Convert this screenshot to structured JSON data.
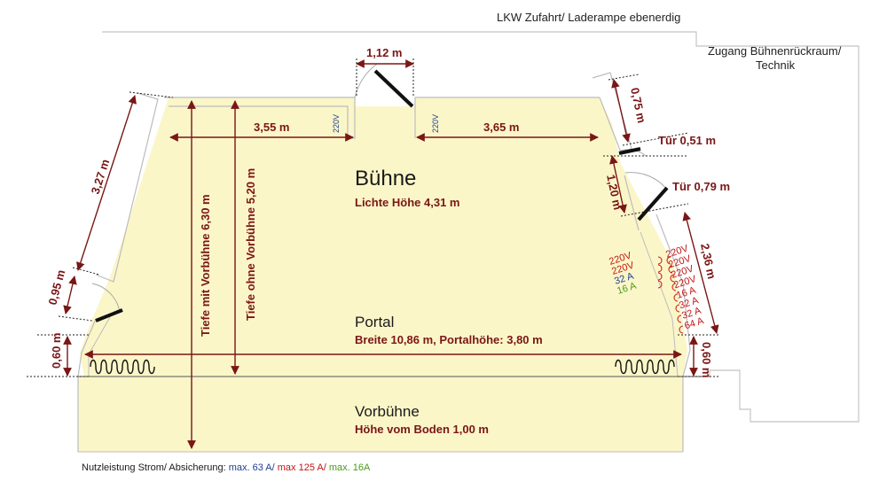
{
  "labels": {
    "truck_access": "LKW Zufahrt/ Laderampe ebenerdig",
    "rear_access_line1": "Zugang Bühnenrückraum/",
    "rear_access_line2": "Technik",
    "stage": "Bühne",
    "clear_height": "Lichte Höhe 4,31 m",
    "portal": "Portal",
    "portal_dims": "Breite 10,86 m, Portalhöhe: 3,80 m",
    "forestage": "Vorbühne",
    "forestage_height": "Höhe vom Boden 1,00 m"
  },
  "dimensions": {
    "door_top": "1,12 m",
    "left_back": "3,55 m",
    "right_back": "3,65 m",
    "left_side": "3,27 m",
    "left_door": "0,95 m",
    "left_lower": "0,60 m",
    "right_top": "0,75 m",
    "door_small": "Tür 0,51 m",
    "right_mid": "1,20 m",
    "door_large": "Tür 0,79 m",
    "right_side": "2,36 m",
    "right_lower": "0,60 m",
    "depth_with_forestage": "Tiefe mit Vorbühne 6,30 m",
    "depth_without_forestage": "Tiefe ohne Vorbühne 5,20 m"
  },
  "power": {
    "back_left": "220V",
    "back_right": "220V",
    "left_group": [
      {
        "label": "220V",
        "color": "#c21414"
      },
      {
        "label": "220V",
        "color": "#c21414"
      },
      {
        "label": "32 A",
        "color": "#1f3f8f"
      },
      {
        "label": "16 A",
        "color": "#4a9a1e"
      }
    ],
    "right_group": [
      {
        "label": "220V",
        "color": "#c21414"
      },
      {
        "label": "220V",
        "color": "#c21414"
      },
      {
        "label": "220V",
        "color": "#c21414"
      },
      {
        "label": "220V",
        "color": "#c21414"
      },
      {
        "label": "16 A",
        "color": "#c21414"
      },
      {
        "label": "32 A",
        "color": "#c21414"
      },
      {
        "label": "32 A",
        "color": "#c21414"
      },
      {
        "label": "64 A",
        "color": "#c21414"
      }
    ]
  },
  "footer": {
    "prefix": "Nutzleistung Strom/ Absicherung:",
    "blue": "max. 63 A/",
    "red": "max 125 A/",
    "green": "max. 16A"
  },
  "colors": {
    "stage_fill": "#fbf6c8",
    "dimension": "#7a1616",
    "wall": "#bfbfbf",
    "door": "#111111"
  }
}
